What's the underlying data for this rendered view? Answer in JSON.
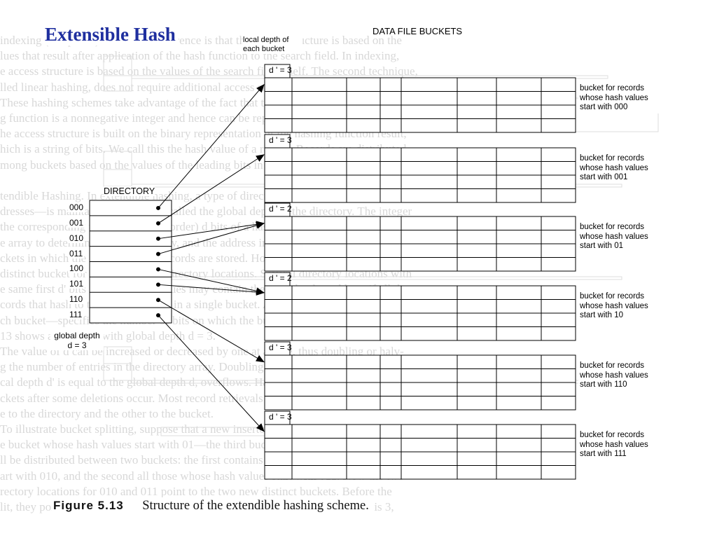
{
  "slide_title": "Extensible Hash",
  "data_file_buckets_title": "DATA FILE BUCKETS",
  "local_depth_label": "local depth of each bucket",
  "directory": {
    "title": "DIRECTORY",
    "entries": [
      "000",
      "001",
      "010",
      "011",
      "100",
      "101",
      "110",
      "111"
    ],
    "global_depth_line1": "global depth",
    "global_depth_line2": "d = 3"
  },
  "buckets": [
    {
      "local_depth": "d ' = 3",
      "description_lines": [
        "bucket for records",
        "whose hash values",
        "start with 000"
      ]
    },
    {
      "local_depth": "d ' = 3",
      "description_lines": [
        "bucket for records",
        "whose hash values",
        "start with 001"
      ]
    },
    {
      "local_depth": "d ' = 2",
      "description_lines": [
        "bucket for records",
        "whose hash values",
        "start with 01"
      ]
    },
    {
      "local_depth": "d ' = 2",
      "description_lines": [
        "bucket for records",
        "whose hash values",
        "start with 10"
      ]
    },
    {
      "local_depth": "d ' = 3",
      "description_lines": [
        "bucket for records",
        "whose hash values",
        "start with 110"
      ]
    },
    {
      "local_depth": "d ' = 3",
      "description_lines": [
        "bucket for records",
        "whose hash values",
        "start with 111"
      ]
    }
  ],
  "pointer_targets": [
    0,
    1,
    2,
    2,
    3,
    3,
    4,
    5
  ],
  "caption": {
    "figure_number": "Figure 5.13",
    "text": "Structure of the extendible hashing scheme."
  },
  "background_text_lines": [
    "indexing (Chapter 6). The main difference is that the access structure is based on the",
    "lues that result after application of the hash function to the search field. In indexing,",
    "e access structure is based on the values of the search field itself. The second technique,",
    "lled linear hashing, does not require additional access structures.",
    "    These hashing schemes take advantage of the fact that the result of applying a hash-",
    "g function is a nonnegative integer and hence can be represented as a binary number.",
    "he access structure is built on the binary representation of the hashing function result,",
    "hich is a string of bits. We call this the hash value of a record. Records are distributed",
    "mong buckets based on the values of the leading bits in their hash values.",
    "",
    "tendible Hashing.  In extendible hashing, a type of directory—an array of 2^d bucket",
    "dresses—is maintained, where d is called the global depth of the directory. The integer",
    "the corresponding to the first (high-order) d bits of a hash value is used as an index to",
    "e array to determine a directory entry, and the address in that entry determines the",
    "ckets in which the corresponding records are stored. However, there does not have to be",
    "distinct bucket for each of the 2^d directory locations. Several directory locations with",
    "e same first d' bits for their hash values may contain the same bucket address if all the",
    "cords that hash to these locations fit in a single bucket. A local depth d'—stored with",
    "ch bucket—specifies the number of bits on which the bucket contents are based. Figure",
    "13 shows a directory with global depth d = 3.",
    "    The value of d can be increased or decreased by one at a time, thus doubling or halv-",
    "g the number of entries in the directory array. Doubling is needed if a bucket, whose",
    "cal depth d' is equal to the global depth d, overflows. Halving occurs if d > d' for all the",
    "ckets after some deletions occur. Most record retrievals require two block accesses—",
    "e to the directory and the other to the bucket.",
    "    To illustrate bucket splitting, suppose that a new inserted record causes overflow in",
    "e bucket whose hash values start with 01—the third bucket in Figure 5.13. The records",
    "ll be distributed between two buckets: the first contains all records whose hash values",
    "art with 010, and the second all those whose hash values start with 011. Now the two",
    "rectory locations for 010 and 011 point to the two new distinct buckets. Before the",
    "lit, they pointed to the same bucket. The local depth d' of the two new buckets is 3,"
  ]
}
